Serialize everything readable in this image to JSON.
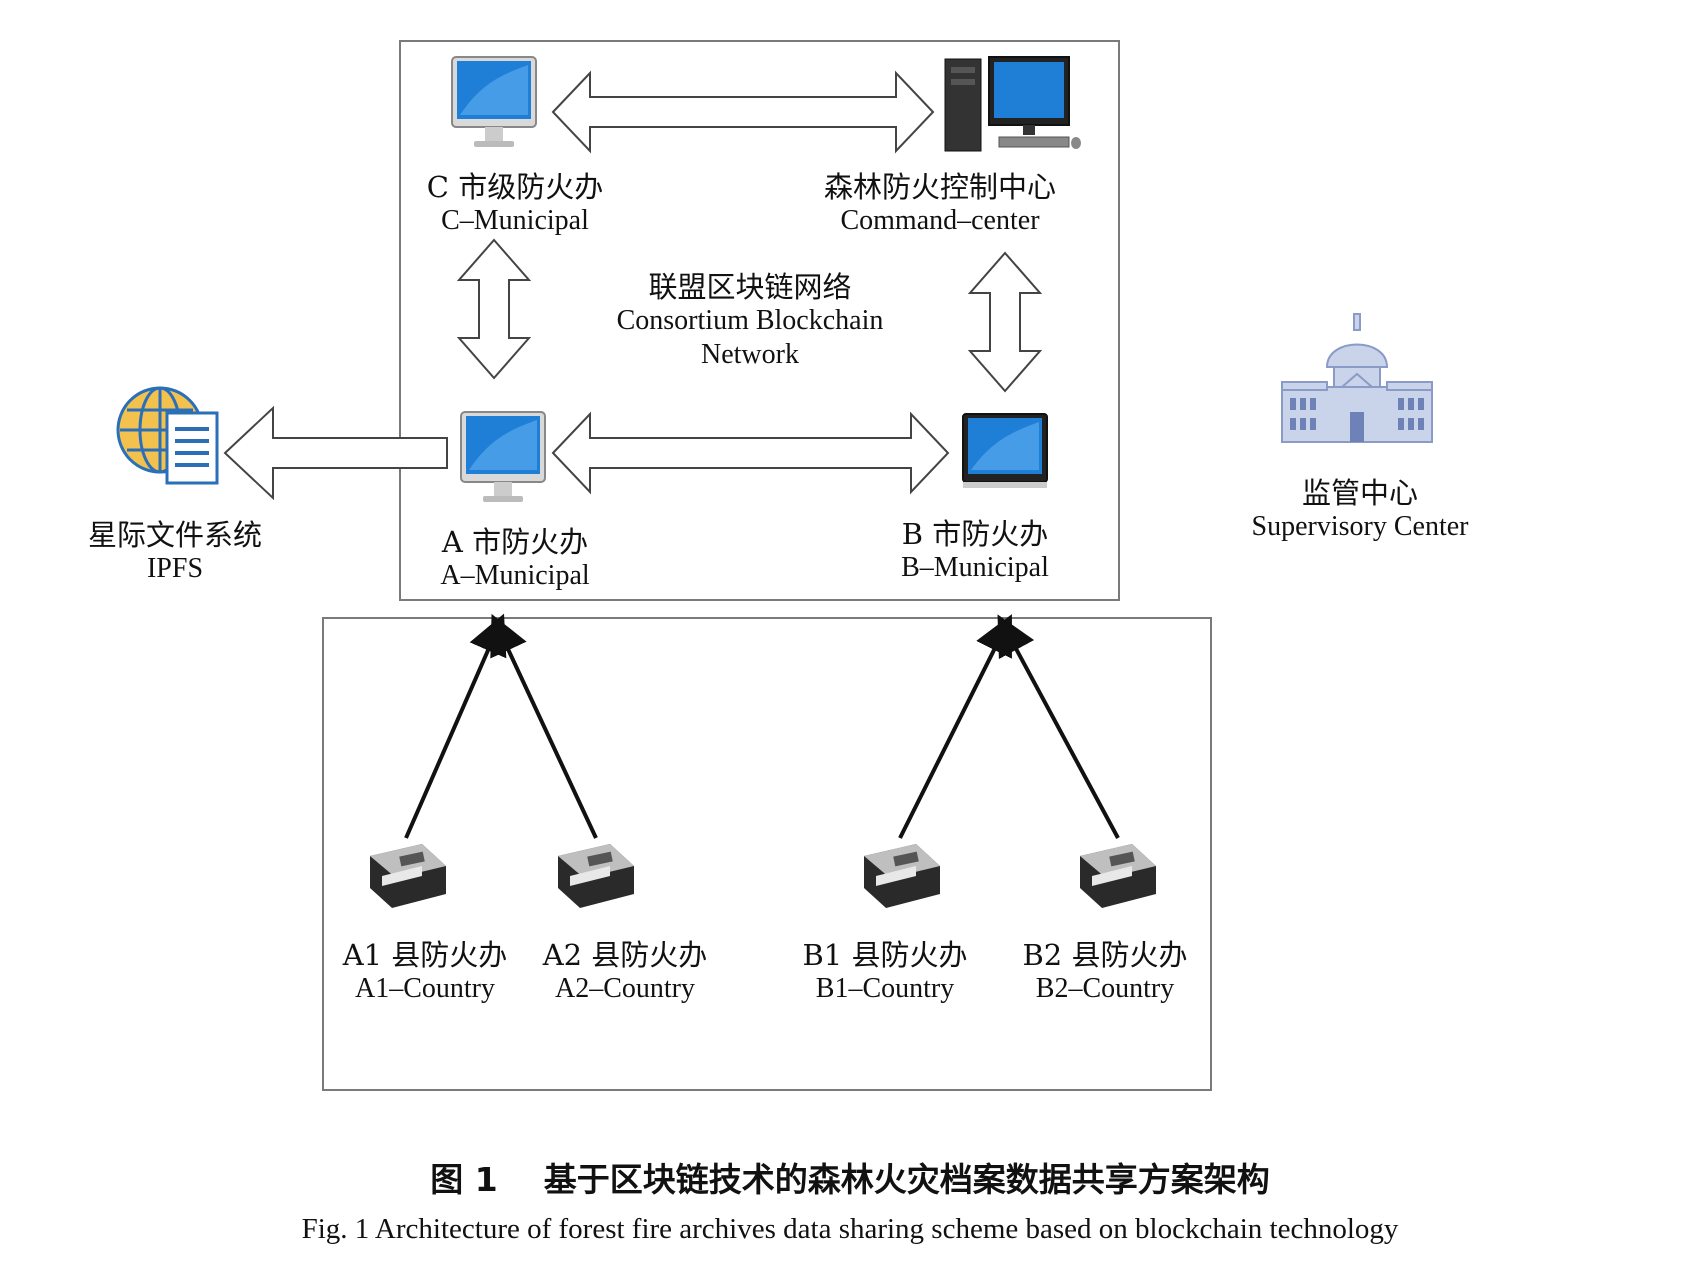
{
  "network": {
    "title_cn": "联盟区块链网络",
    "title_en_1": "Consortium Blockchain",
    "title_en_2": "Network"
  },
  "nodes": {
    "c_municipal": {
      "cn": "C 市级防火办",
      "en": "C–Municipal"
    },
    "command_center": {
      "cn": "森林防火控制中心",
      "en": "Command–center"
    },
    "a_municipal": {
      "cn": "A 市防火办",
      "en": "A–Municipal"
    },
    "b_municipal": {
      "cn": "B 市防火办",
      "en": "B–Municipal"
    },
    "ipfs": {
      "cn": "星际文件系统",
      "en": "IPFS"
    },
    "supervisory": {
      "cn": "监管中心",
      "en": "Supervisory Center"
    },
    "a1": {
      "cn": "A1 县防火办",
      "en": "A1–Country"
    },
    "a2": {
      "cn": "A2 县防火办",
      "en": "A2–Country"
    },
    "b1": {
      "cn": "B1 县防火办",
      "en": "B1–Country"
    },
    "b2": {
      "cn": "B2 县防火办",
      "en": "B2–Country"
    }
  },
  "caption": {
    "cn": "图 1    基于区块链技术的森林火灾档案数据共享方案架构",
    "en": "Fig. 1 Architecture of forest fire archives data sharing scheme based on blockchain technology"
  },
  "icons": {
    "monitor": "desktop-monitor-icon",
    "workstation": "desktop-tower-icon",
    "laptop": "laptop-icon",
    "globe_doc": "globe-document-icon",
    "building": "capitol-building-icon",
    "fax": "fax-machine-icon"
  },
  "colors": {
    "screen": "#1f7fd6",
    "border": "#7a7a7a",
    "arrow": "#444444"
  }
}
